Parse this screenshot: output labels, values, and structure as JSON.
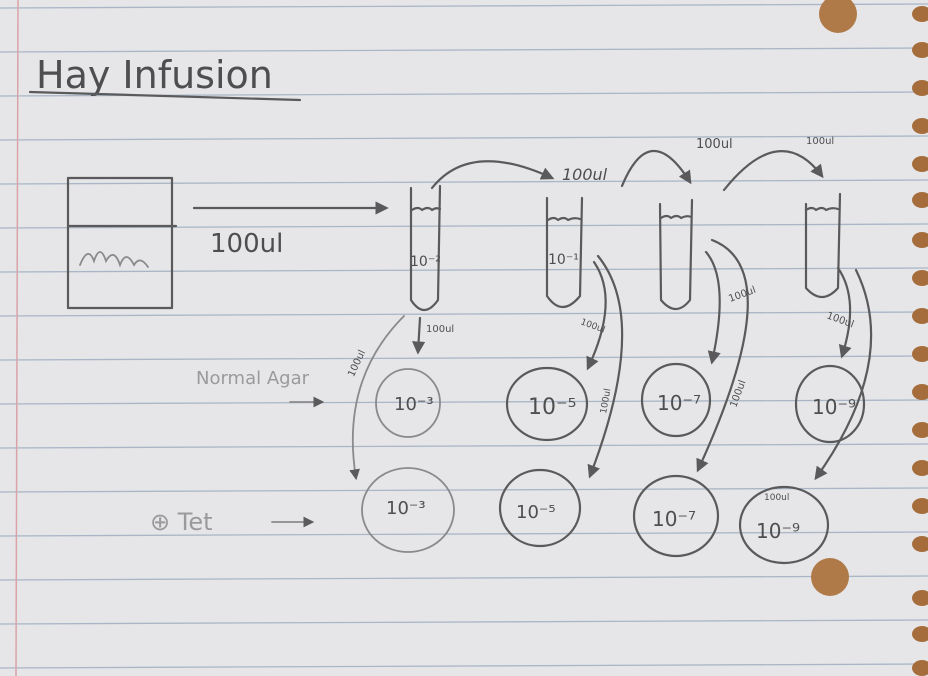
{
  "title": "Hay Infusion",
  "transfer_volume": "100ul",
  "tubes": [
    {
      "label": "10⁻²"
    },
    {
      "label": "10⁻¹"
    },
    {
      "label": ""
    },
    {
      "label": ""
    }
  ],
  "row_labels": {
    "normal_agar": "Normal Agar",
    "tet": "⊕ Tet"
  },
  "normal_plates": [
    "10⁻³",
    "10⁻⁵",
    "10⁻⁷",
    "10⁻⁹"
  ],
  "tet_plates": [
    "10⁻³",
    "10⁻⁵",
    "10⁻⁷",
    "10⁻⁹"
  ],
  "arrow_labels": {
    "beaker_to_tube": "100ul",
    "tube1_to_tube2": "100ul",
    "tube2_to_tube3": "100ul",
    "tube3_to_tube4": "100ul",
    "tube1_to_normal": "100ul",
    "tube1_to_tet": "100ul",
    "tube2_to_normal": "100ul",
    "tube2_to_tet": "100ul",
    "tube3_to_tet": "100ul",
    "tube4_to_normal": "100ul",
    "tube4_to_tet": "100ul"
  }
}
